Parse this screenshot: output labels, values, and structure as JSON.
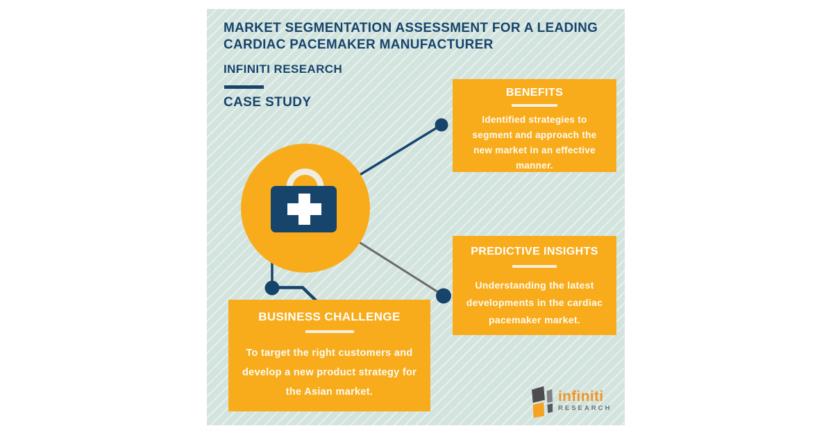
{
  "colors": {
    "panel_background": "#D3E4DF",
    "navy": "#17446B",
    "card_orange": "#F8AC1C",
    "cream": "#F5F0E1",
    "gray_connector": "#6A6A6A",
    "logo_orange": "#EF9522",
    "logo_gray": "#6D6E71"
  },
  "header": {
    "title_lines": [
      "MARKET SEGMENTATION ASSESSMENT FOR A LEADING",
      "CARDIAC PACEMAKER MANUFACTURER"
    ],
    "company": "INFINITI RESEARCH",
    "doc_type": "CASE STUDY"
  },
  "hub": {
    "icon": "first-aid-kit"
  },
  "cards": {
    "benefits": {
      "heading": "BENEFITS",
      "lines": [
        "Identified strategies to",
        "segment and approach the",
        "new market in an effective",
        "manner."
      ]
    },
    "predictive": {
      "heading": "PREDICTIVE INSIGHTS",
      "lines": [
        "Understanding the latest",
        "developments in the cardiac",
        "pacemaker market."
      ]
    },
    "challenge": {
      "heading": "BUSINESS CHALLENGE",
      "lines": [
        "To target the right customers and",
        "develop a new product strategy for",
        "the Asian market."
      ]
    }
  },
  "logo": {
    "brand": "infiniti",
    "sub": "RESEARCH"
  }
}
